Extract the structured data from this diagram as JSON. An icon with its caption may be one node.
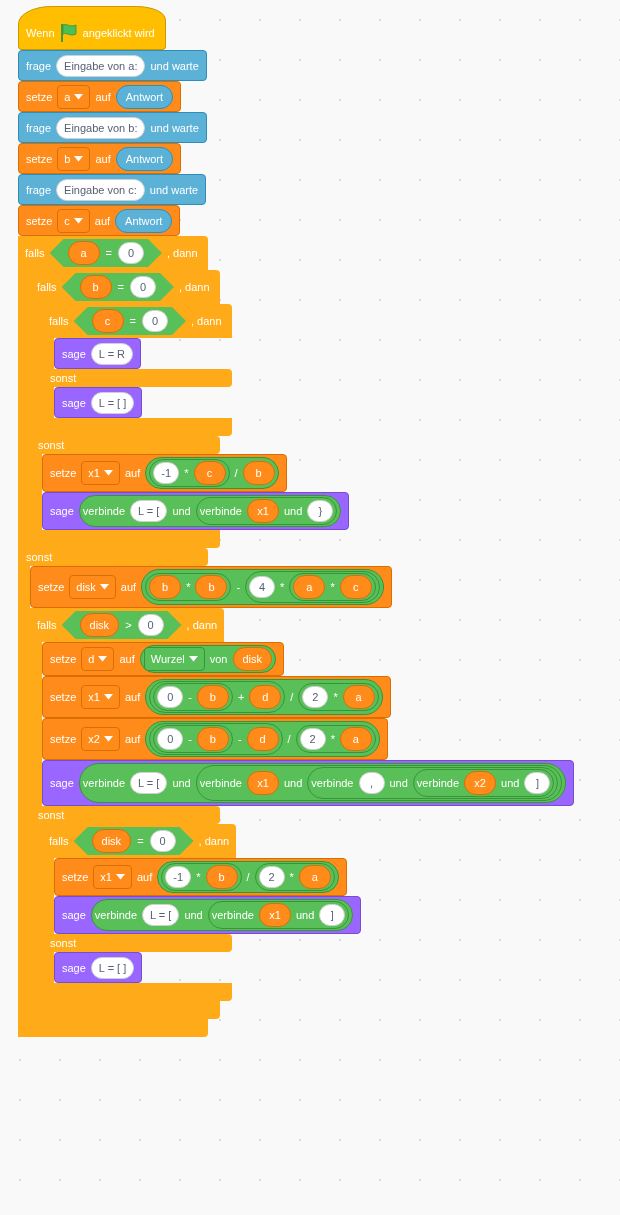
{
  "diagram": {
    "nodes": [
      {
        "text": [
          "Wenn",
          "angeklickt wird"
        ]
      },
      {
        "text": [
          "frage",
          "Eingabe von a:",
          "und warte"
        ]
      },
      {
        "text": [
          "setze",
          "a",
          "auf",
          "Antwort"
        ]
      },
      {
        "text": [
          "frage",
          "Eingabe von b:",
          "und warte"
        ]
      },
      {
        "text": [
          "setze",
          "b",
          "auf",
          "Antwort"
        ]
      },
      {
        "text": [
          "frage",
          "Eingabe von c:",
          "und warte"
        ]
      },
      {
        "text": [
          "setze",
          "c",
          "auf",
          "Antwort"
        ]
      },
      {
        "text": [
          "falls",
          "a",
          "=",
          "0",
          ", dann",
          "sonst"
        ]
      },
      {
        "text": [
          "falls",
          "b",
          "=",
          "0",
          ", dann",
          "sonst"
        ],
        "in": 7
      },
      {
        "text": [
          "falls",
          "c",
          "=",
          "0",
          ", dann",
          "sonst"
        ],
        "in": 8
      },
      {
        "text": [
          "sage",
          "L = R"
        ],
        "in": 9
      },
      {
        "text": [
          "sage",
          "L = [ ]"
        ],
        "in": 9
      },
      {
        "text": [
          "setze",
          "x1",
          "auf",
          "-1",
          "*",
          "c",
          "/",
          "b"
        ],
        "in": 8
      },
      {
        "text": [
          "sage",
          "verbinde",
          "L = [",
          "und",
          "verbinde",
          "x1",
          "und",
          "}"
        ],
        "in": 8
      },
      {
        "text": [
          "setze",
          "disk",
          "auf",
          "b",
          "*",
          "b",
          "-",
          "4",
          "*",
          "a",
          "*",
          "c"
        ],
        "in": 7
      },
      {
        "text": [
          "falls",
          "disk",
          ">",
          "0",
          ", dann",
          "sonst"
        ],
        "in": 7
      },
      {
        "text": [
          "setze",
          "d",
          "auf",
          "Wurzel",
          "von",
          "disk"
        ],
        "in": 15
      },
      {
        "text": [
          "setze",
          "x1",
          "auf",
          "0",
          "-",
          "b",
          "+",
          "d",
          "/",
          "2",
          "*",
          "a"
        ],
        "in": 15
      },
      {
        "text": [
          "setze",
          "x2",
          "auf",
          "0",
          "-",
          "b",
          "-",
          "d",
          "/",
          "2",
          "*",
          "a"
        ],
        "in": 15
      },
      {
        "text": [
          "sage",
          "verbinde",
          "L = [",
          "und",
          "verbinde",
          "x1",
          "und",
          "verbinde",
          ",",
          "und",
          "verbinde",
          "x2",
          "und",
          "]"
        ],
        "in": 15
      },
      {
        "text": [
          "falls",
          "disk",
          "=",
          "0",
          ", dann",
          "sonst"
        ],
        "in": 15
      },
      {
        "text": [
          "setze",
          "x1",
          "auf",
          "-1",
          "*",
          "b",
          "/",
          "2",
          "*",
          "a"
        ],
        "in": 20
      },
      {
        "text": [
          "sage",
          "verbinde",
          "L = [",
          "und",
          "verbinde",
          "x1",
          "und",
          "]"
        ],
        "in": 20
      },
      {
        "text": [
          "sage",
          "L = [ ]"
        ],
        "in": 20
      }
    ]
  }
}
